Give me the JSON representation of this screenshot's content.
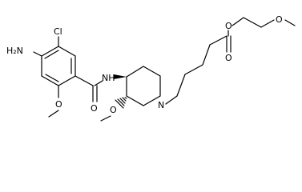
{
  "structure": {
    "atom_labels": {
      "amine_n": "H₂N",
      "chlorine": "Cl",
      "amide_nh": "NH",
      "amide_o": "O",
      "ring_methoxy_o": "O",
      "piperidine_methoxy_o": "O",
      "piperidine_n": "N",
      "ester_carbonyl_o": "O",
      "ester_o": "O",
      "ether_o": "O"
    },
    "colors": {
      "bond": "#000000",
      "text": "#000000",
      "background": "#ffffff"
    }
  }
}
